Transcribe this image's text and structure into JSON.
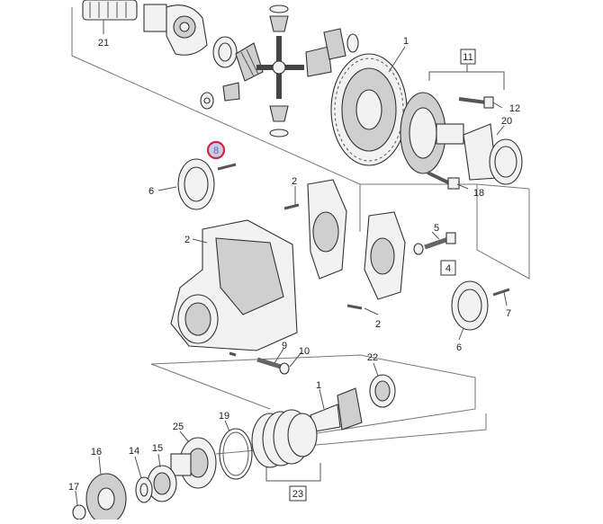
{
  "callouts": {
    "c21": "21",
    "c1a": "1",
    "c11": "11",
    "c12": "12",
    "c20": "20",
    "c18": "18",
    "c8": "8",
    "c6a": "6",
    "c2a": "2",
    "c5": "5",
    "c4": "4",
    "c2b": "2",
    "c2c": "2",
    "c7": "7",
    "c6b": "6",
    "c9": "9",
    "c10": "10",
    "c22": "22",
    "c1b": "1",
    "c19": "19",
    "c25": "25",
    "c16": "16",
    "c14": "14",
    "c15": "15",
    "c17": "17",
    "c23": "23"
  },
  "highlight": {
    "color": "#d6283a",
    "fill": "#c9cde8"
  }
}
